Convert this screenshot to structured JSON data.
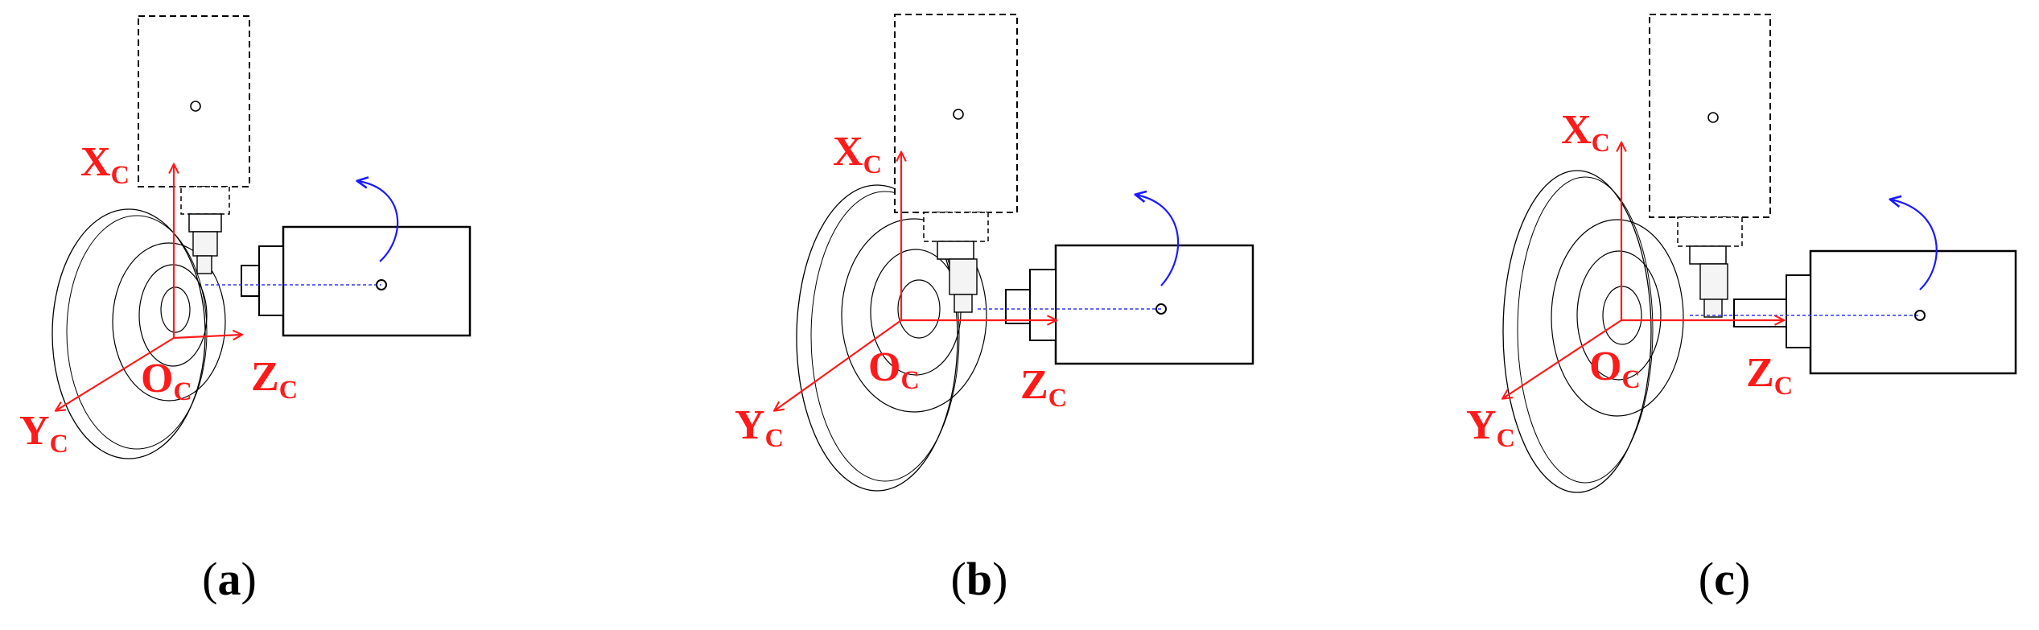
{
  "colors": {
    "axis": "#ff1a1a",
    "rotation_arrow": "#1a1aff",
    "outline": "#000000",
    "dashed_axis": "#3333ff",
    "background": "#ffffff"
  },
  "axis_labels": {
    "x": "X",
    "y": "Y",
    "z": "Z",
    "o": "O",
    "subscript": "C"
  },
  "panels": [
    {
      "id": "a",
      "caption": {
        "open": "(",
        "letter": "a",
        "close": ")"
      }
    },
    {
      "id": "b",
      "caption": {
        "open": "(",
        "letter": "b",
        "close": ")"
      }
    },
    {
      "id": "c",
      "caption": {
        "open": "(",
        "letter": "c",
        "close": ")"
      }
    }
  ]
}
